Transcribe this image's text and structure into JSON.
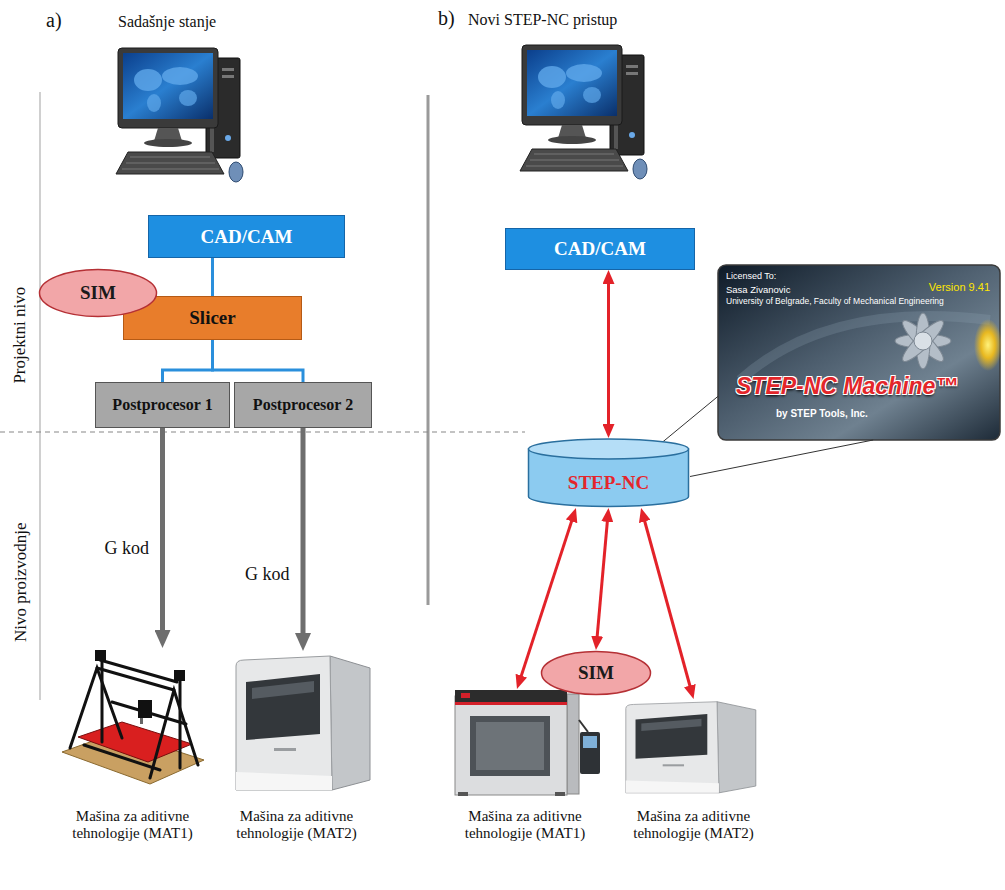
{
  "diagram": {
    "nodes": [
      {
        "text": [
          "CAD/CAM"
        ]
      },
      {
        "text": [
          "SIM"
        ]
      },
      {
        "text": [
          "Slicer"
        ]
      },
      {
        "text": [
          "Postprocesor 1"
        ]
      },
      {
        "text": [
          "Postprocesor 2"
        ]
      },
      {
        "text": [
          "Mašina za aditivne tehnologije (MAT1)"
        ]
      },
      {
        "text": [
          "Mašina za aditivne tehnologije (MAT2)"
        ]
      },
      {
        "text": [
          "CAD/CAM"
        ]
      },
      {
        "text": [
          "STEP-NC"
        ]
      },
      {
        "text": [
          "Licensed To:",
          "Version 9.41",
          "Sasa Zivanovic",
          "University of Belgrade, Faculty of Mechanical Engineering",
          "STEP-NC Machine™",
          "by STEP Tools, Inc."
        ]
      },
      {
        "text": [
          "SIM"
        ]
      },
      {
        "text": [
          "Mašina za aditivne tehnologije (MAT1)"
        ]
      },
      {
        "text": [
          "Mašina za aditivne tehnologije (MAT2)"
        ]
      }
    ],
    "edges": [
      {
        "from": 0,
        "to": 2,
        "arrow": "none"
      },
      {
        "from": 2,
        "to": 3,
        "arrow": "none"
      },
      {
        "from": 2,
        "to": 4,
        "arrow": "none"
      },
      {
        "from": 3,
        "to": 5,
        "label": "G kod",
        "arrow": "to"
      },
      {
        "from": 4,
        "to": 6,
        "label": "G kod",
        "arrow": "to"
      },
      {
        "from": 7,
        "to": 8,
        "arrow": "both"
      },
      {
        "from": 8,
        "to": 9,
        "arrow": "none"
      },
      {
        "from": 8,
        "to": 11,
        "arrow": "both"
      },
      {
        "from": 8,
        "to": 10,
        "arrow": "both"
      },
      {
        "from": 8,
        "to": 12,
        "arrow": "both"
      }
    ],
    "labels": [
      "a)",
      "Sadašnje stanje",
      "b)",
      "Novi STEP-NC pristup",
      "Projektni nivo",
      "Nivo proizvodnje"
    ]
  }
}
